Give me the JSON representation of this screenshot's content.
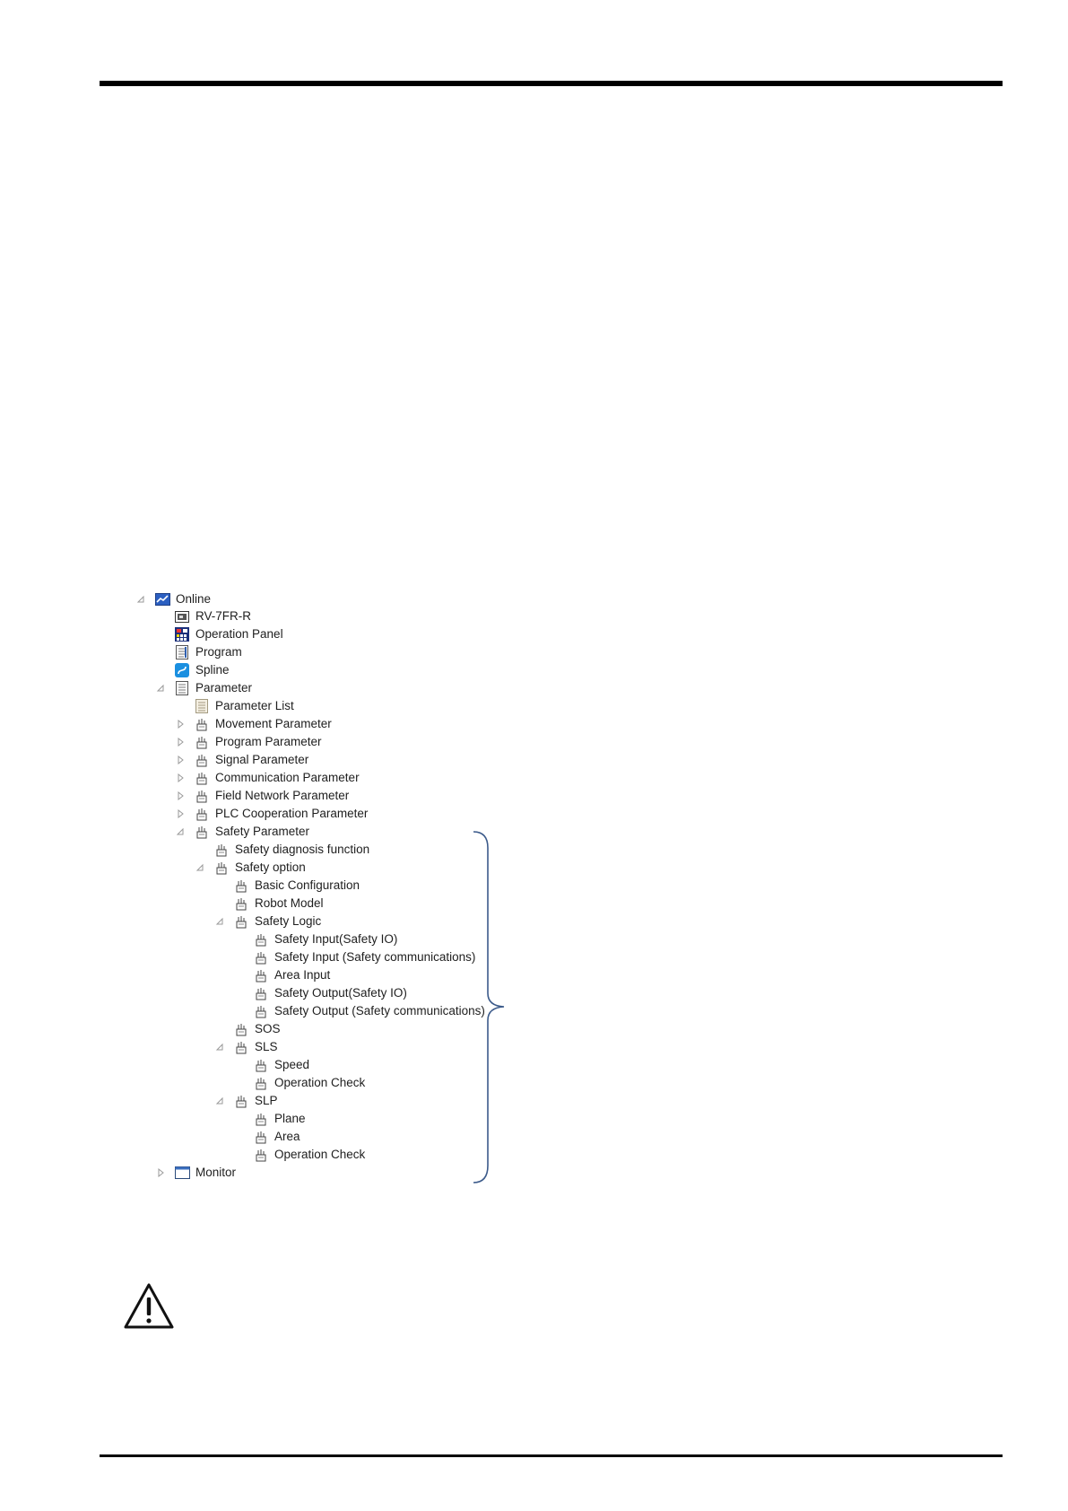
{
  "tree": {
    "items": [
      {
        "label": "Online",
        "icon": "online-chart-icon",
        "expander": "expanded"
      },
      {
        "label": "RV-7FR-R",
        "icon": "robot-controller-icon",
        "expander": "none"
      },
      {
        "label": "Operation Panel",
        "icon": "operation-panel-icon",
        "expander": "none"
      },
      {
        "label": "Program",
        "icon": "program-icon",
        "expander": "none"
      },
      {
        "label": "Spline",
        "icon": "spline-icon",
        "expander": "none"
      },
      {
        "label": "Parameter",
        "icon": "parameter-icon",
        "expander": "expanded"
      },
      {
        "label": "Parameter List",
        "icon": "parameter-list-icon",
        "expander": "none"
      },
      {
        "label": "Movement Parameter",
        "icon": "parameter-hand-icon",
        "expander": "collapsed"
      },
      {
        "label": "Program Parameter",
        "icon": "parameter-hand-icon",
        "expander": "collapsed"
      },
      {
        "label": "Signal Parameter",
        "icon": "parameter-hand-icon",
        "expander": "collapsed"
      },
      {
        "label": "Communication Parameter",
        "icon": "parameter-hand-icon",
        "expander": "collapsed"
      },
      {
        "label": "Field Network Parameter",
        "icon": "parameter-hand-icon",
        "expander": "collapsed"
      },
      {
        "label": "PLC Cooperation Parameter",
        "icon": "parameter-hand-icon",
        "expander": "collapsed"
      },
      {
        "label": "Safety Parameter",
        "icon": "parameter-hand-icon",
        "expander": "expanded"
      },
      {
        "label": "Safety diagnosis function",
        "icon": "parameter-hand-icon",
        "expander": "none"
      },
      {
        "label": "Safety option",
        "icon": "parameter-hand-icon",
        "expander": "expanded"
      },
      {
        "label": "Basic Configuration",
        "icon": "parameter-hand-icon",
        "expander": "none"
      },
      {
        "label": "Robot Model",
        "icon": "parameter-hand-icon",
        "expander": "none"
      },
      {
        "label": "Safety Logic",
        "icon": "parameter-hand-icon",
        "expander": "expanded"
      },
      {
        "label": "Safety Input(Safety IO)",
        "icon": "parameter-hand-icon",
        "expander": "none"
      },
      {
        "label": "Safety Input (Safety communications)",
        "icon": "parameter-hand-icon",
        "expander": "none"
      },
      {
        "label": "Area Input",
        "icon": "parameter-hand-icon",
        "expander": "none"
      },
      {
        "label": "Safety Output(Safety IO)",
        "icon": "parameter-hand-icon",
        "expander": "none"
      },
      {
        "label": "Safety Output (Safety communications)",
        "icon": "parameter-hand-icon",
        "expander": "none"
      },
      {
        "label": "SOS",
        "icon": "parameter-hand-icon",
        "expander": "none"
      },
      {
        "label": "SLS",
        "icon": "parameter-hand-icon",
        "expander": "expanded"
      },
      {
        "label": "Speed",
        "icon": "parameter-hand-icon",
        "expander": "none"
      },
      {
        "label": "Operation Check",
        "icon": "parameter-hand-icon",
        "expander": "none"
      },
      {
        "label": "SLP",
        "icon": "parameter-hand-icon",
        "expander": "expanded"
      },
      {
        "label": "Plane",
        "icon": "parameter-hand-icon",
        "expander": "none"
      },
      {
        "label": "Area",
        "icon": "parameter-hand-icon",
        "expander": "none"
      },
      {
        "label": "Operation Check",
        "icon": "parameter-hand-icon",
        "expander": "none"
      },
      {
        "label": "Monitor",
        "icon": "monitor-window-icon",
        "expander": "collapsed"
      }
    ]
  },
  "colors": {
    "brace": "#3b5a8a",
    "expander": "#9a9a9a",
    "spline_blue": "#1a8fe0",
    "online_blue": "#2b5fc1"
  },
  "icons": {
    "warning": "warning-triangle-icon"
  }
}
